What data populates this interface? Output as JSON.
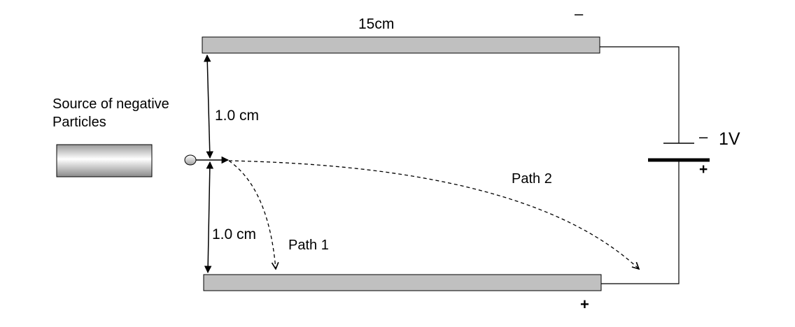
{
  "labels": {
    "plate_length": "15cm",
    "top_plate_sign": "–",
    "bottom_plate_sign": "+",
    "source_line1": "Source of negative",
    "source_line2": "Particles",
    "gap_upper": "1.0 cm",
    "gap_lower": "1.0 cm",
    "battery_neg_sign": "–",
    "battery_voltage": "1V",
    "battery_pos_sign": "+",
    "path1": "Path 1",
    "path2": "Path 2"
  },
  "colors": {
    "plate_fill": "#c0c0c0",
    "line": "#000000"
  }
}
